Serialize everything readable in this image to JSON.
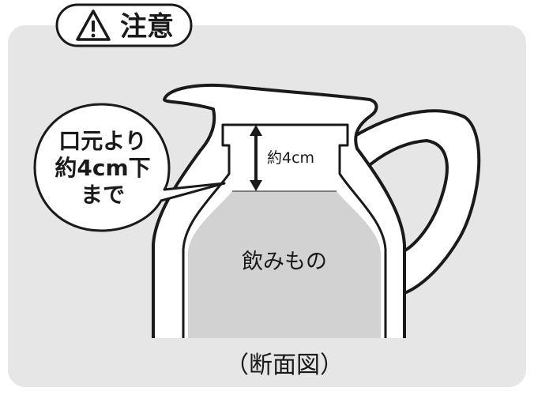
{
  "caution": {
    "label": "注意",
    "icon": "warning-triangle-icon"
  },
  "callout": {
    "line1": "口元より",
    "line2": "約4cm下",
    "line3": "まで"
  },
  "measurement": {
    "label": "約4cm"
  },
  "contents": {
    "label": "飲みもの"
  },
  "caption": {
    "label": "（断面図）"
  },
  "colors": {
    "panel_background": "#e6e6e6",
    "liquid": "#d2d2d2",
    "outline": "#1a1a1a",
    "body_fill": "#ffffff"
  }
}
